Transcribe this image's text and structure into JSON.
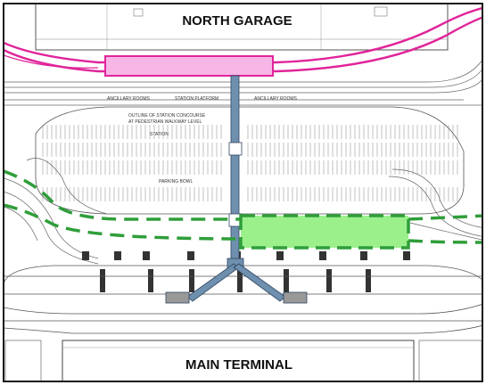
{
  "labels": {
    "north_garage": "NORTH GARAGE",
    "main_terminal": "MAIN TERMINAL",
    "ancillary_rooms_left": "ANCILLARY ROOMS",
    "station_platform": "STATION PLATFORM",
    "ancillary_rooms_right": "ANCILLARY ROOMS",
    "concourse_outline": "OUTLINE OF STATION CONCOURSE",
    "pedestrian_walkway": "AT PEDESTRIAN WALKWAY LEVEL",
    "station": "STATION",
    "parking_bowl": "PARKING BOWL"
  },
  "colors": {
    "rail": "#e0249a",
    "station_fill": "#f7b6e6",
    "walkway": "#6e8fae",
    "future_area_fill": "#9cf08c",
    "dashed_line": "#2f9e3a",
    "linework": "#555555",
    "border": "#1a1a1a"
  }
}
